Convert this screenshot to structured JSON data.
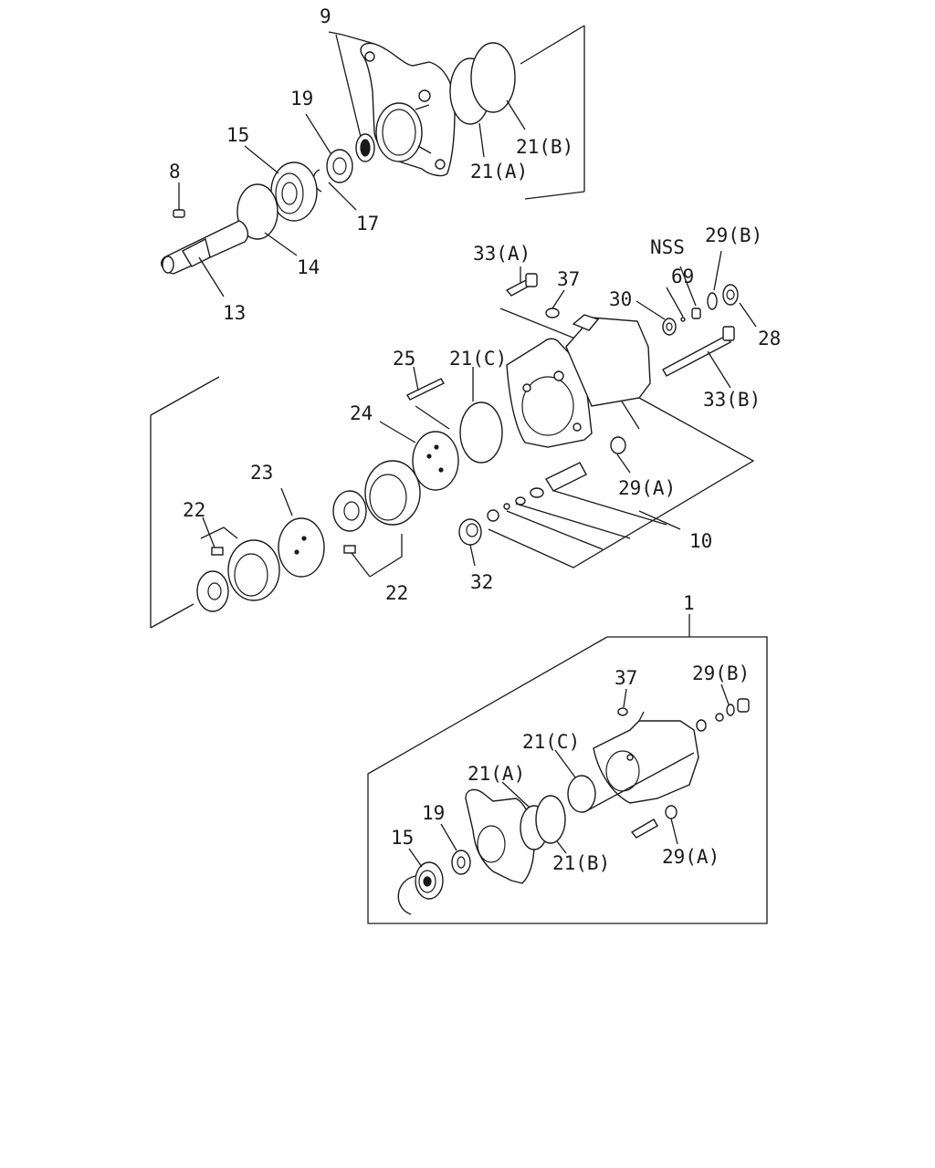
{
  "callouts": {
    "c9": "9",
    "c19": "19",
    "c15": "15",
    "c8": "8",
    "c14": "14",
    "c17": "17",
    "c13": "13",
    "c21b_top": "21(B)",
    "c21a_top": "21(A)",
    "c33a": "33(A)",
    "c37": "37",
    "cnss": "NSS",
    "c29b": "29(B)",
    "c69": "69",
    "c30": "30",
    "c28": "28",
    "c33b": "33(B)",
    "c25": "25",
    "c21c": "21(C)",
    "c24": "24",
    "c23": "23",
    "c22a": "22",
    "c22b": "22",
    "c29a": "29(A)",
    "c10": "10",
    "c32": "32",
    "c1": "1",
    "c37_inset": "37",
    "c29b_inset": "29(B)",
    "c21c_inset": "21(C)",
    "c21a_inset": "21(A)",
    "c19_inset": "19",
    "c15_inset": "15",
    "c21b_inset": "21(B)",
    "c29a_inset": "29(A)"
  }
}
